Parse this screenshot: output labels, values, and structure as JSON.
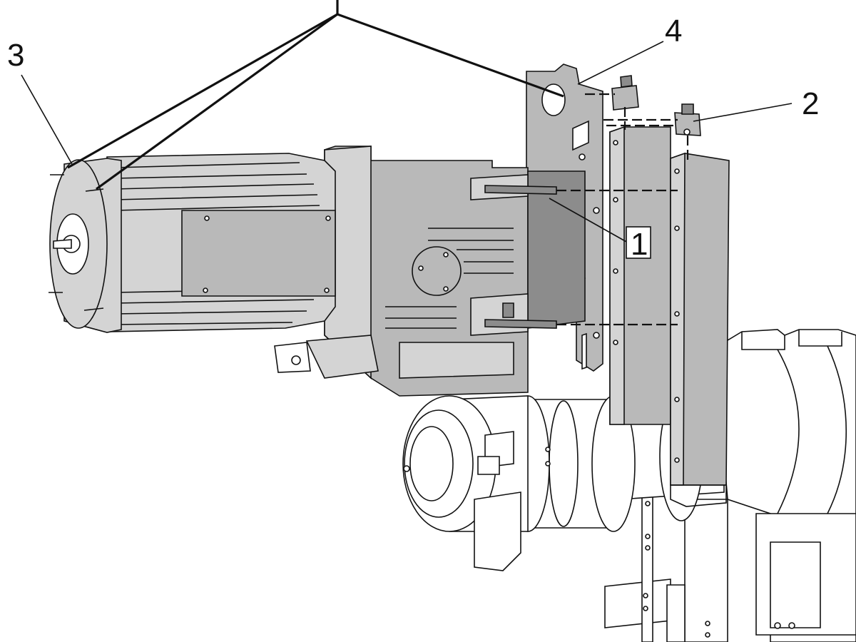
{
  "callouts": {
    "c1": "1",
    "c2": "2",
    "c3": "3",
    "c4": "4"
  },
  "colors": {
    "ink": "#111111",
    "part_gray": "#b9b9b9",
    "part_dark": "#8c8c8c",
    "background": "#ffffff"
  }
}
